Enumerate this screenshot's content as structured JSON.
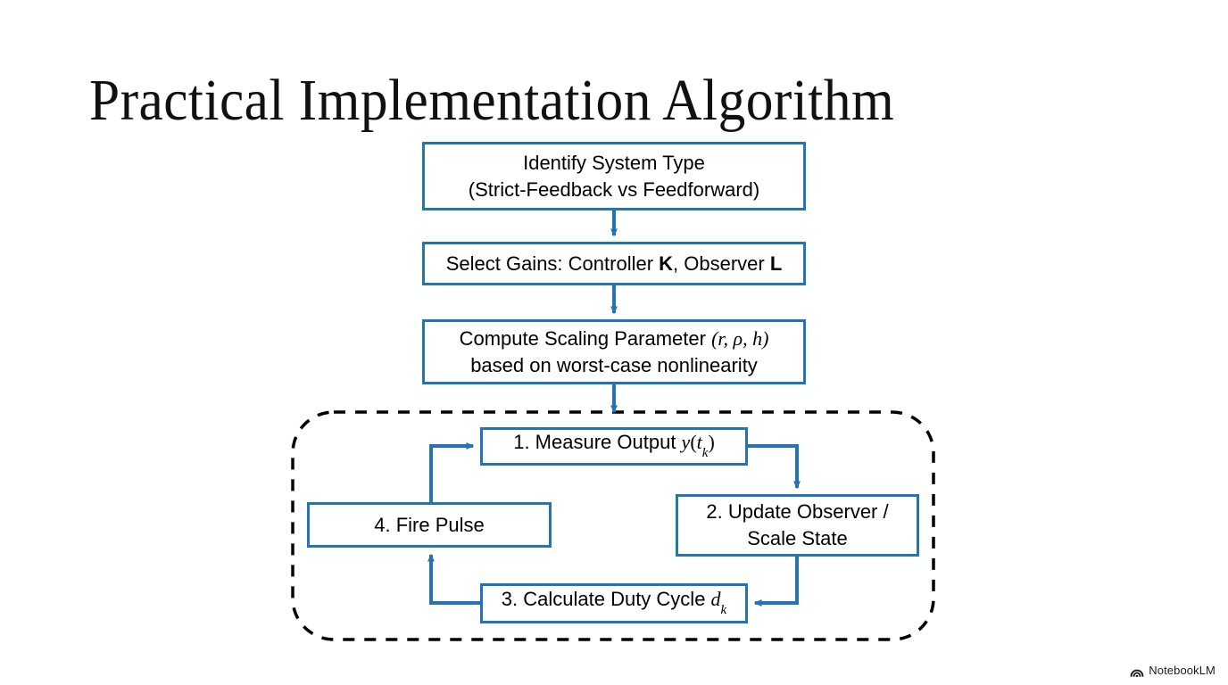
{
  "slide": {
    "title": "Practical Implementation Algorithm",
    "background_color": "#ffffff",
    "accent_color": "#2274B5",
    "text_color": "#000000",
    "dashed_loop_color": "#000000"
  },
  "flow": {
    "boxes": [
      {
        "id": "identify",
        "name": "identify-system-type-box",
        "line1": "Identify System Type",
        "line2": "(Strict-Feedback vs Feedforward)"
      },
      {
        "id": "gains",
        "name": "select-gains-box",
        "prefix": "Select Gains: Controller ",
        "sym1": "K",
        "middle": ", Observer ",
        "sym2": "L"
      },
      {
        "id": "scaling",
        "name": "compute-scaling-parameter-box",
        "line1_prefix": "Compute Scaling Parameter ",
        "line1_math": "(r, ρ, h)",
        "line2": "based on worst-case nonlinearity"
      },
      {
        "id": "measure",
        "name": "step-1-measure-output-box",
        "prefix": "1. Measure Output ",
        "math_var": "y",
        "math_open": "(",
        "math_t": "t",
        "math_sub": "k",
        "math_close": ")"
      },
      {
        "id": "observer",
        "name": "step-2-update-observer-box",
        "line1": "2. Update Observer /",
        "line2": "Scale State"
      },
      {
        "id": "duty",
        "name": "step-3-calculate-duty-cycle-box",
        "prefix": "3. Calculate Duty Cycle ",
        "math_var": "d",
        "math_sub": "k"
      },
      {
        "id": "fire",
        "name": "step-4-fire-pulse-box",
        "label": "4. Fire Pulse"
      }
    ],
    "loop_region_label": "real-time-control-loop"
  },
  "watermark": {
    "label": "NotebookLM",
    "icon": "notebooklm-logo-icon"
  }
}
